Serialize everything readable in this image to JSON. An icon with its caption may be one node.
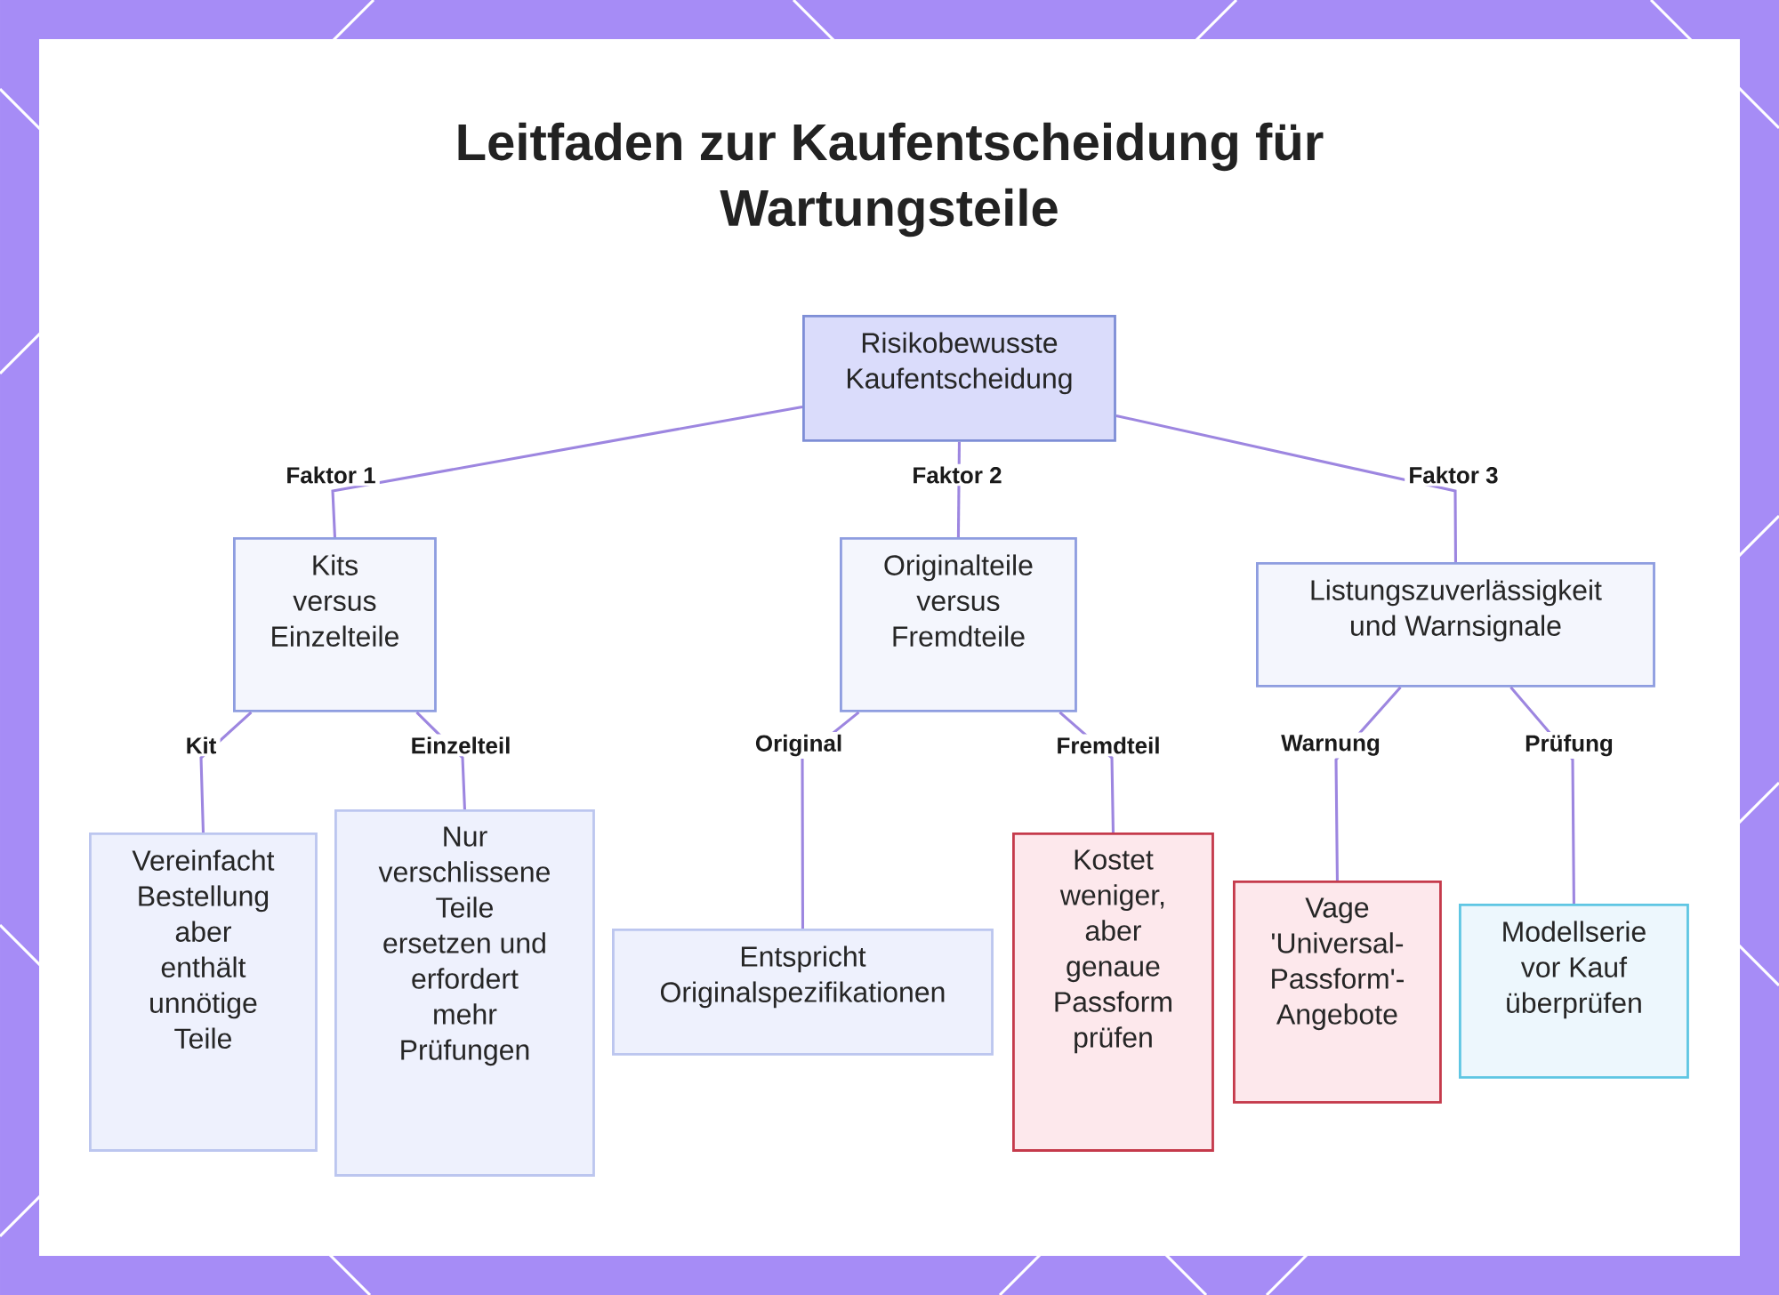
{
  "diagram": {
    "title": "Leitfaden zur Kaufentscheidung für Wartungsteile",
    "nodes": [
      {
        "text": [
          "Risikobewusste Kaufentscheidung"
        ]
      },
      {
        "text": [
          "Kits versus Einzelteile"
        ]
      },
      {
        "text": [
          "Originalteile versus Fremdteile"
        ]
      },
      {
        "text": [
          "Listungszuverlässigkeit und Warnsignale"
        ]
      },
      {
        "text": [
          "Vereinfacht Bestellung aber enthält unnötige Teile"
        ]
      },
      {
        "text": [
          "Nur verschlissene Teile ersetzen und erfordert mehr Prüfungen"
        ]
      },
      {
        "text": [
          "Entspricht Originalspezifikationen"
        ]
      },
      {
        "text": [
          "Kostet weniger, aber genaue Passform prüfen"
        ]
      },
      {
        "text": [
          "Vage 'Universal-Passform'-Angebote"
        ]
      },
      {
        "text": [
          "Modellserie vor Kauf überprüfen"
        ]
      }
    ],
    "edges": [
      {
        "from": 0,
        "to": 1,
        "arrow": "none",
        "label": "Faktor 1"
      },
      {
        "from": 0,
        "to": 2,
        "arrow": "none",
        "label": "Faktor 2"
      },
      {
        "from": 0,
        "to": 3,
        "arrow": "none",
        "label": "Faktor 3"
      },
      {
        "from": 1,
        "to": 4,
        "arrow": "none",
        "label": "Kit"
      },
      {
        "from": 1,
        "to": 5,
        "arrow": "none",
        "label": "Einzelteil"
      },
      {
        "from": 2,
        "to": 6,
        "arrow": "none",
        "label": "Original"
      },
      {
        "from": 2,
        "to": 7,
        "arrow": "none",
        "label": "Fremdteil"
      },
      {
        "from": 3,
        "to": 8,
        "arrow": "none",
        "label": "Warnung"
      },
      {
        "from": 3,
        "to": 9,
        "arrow": "none",
        "label": "Prüfung"
      }
    ]
  }
}
